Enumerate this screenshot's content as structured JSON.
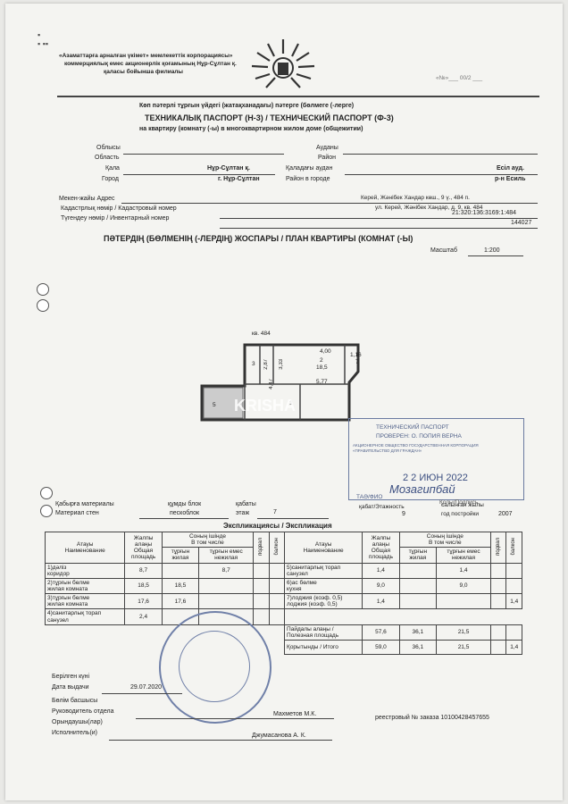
{
  "org": {
    "line1": "«Азаматтарға арналған үкімет» мемлекеттік корпорациясы»",
    "line2": "коммерциялық емес акционерлік қоғамының Нұр-Сұлтан қ.",
    "line3": "қаласы бойынша филиалы",
    "top_right": "«№»___ 00/2 ___"
  },
  "header": {
    "kz": "Көп пәтерлі тұрғын үйдегі (жатақханадағы) пәтерге (бөлмеге (-лерге)",
    "title": "ТЕХНИКАЛЫҚ ПАСПОРТ (Н-3) / ТЕХНИЧЕСКИЙ ПАСПОРТ (Ф-3)",
    "sub": "на квартиру (комнату (-ы) в многоквартирном жилом доме (общежитии)"
  },
  "address": {
    "oblys": "Облысы",
    "oblast": "Область",
    "audany": "Ауданы",
    "raion": "Район",
    "kala": "Қала",
    "gorod": "Город",
    "city_kz": "Нұр-Сұлтан қ.",
    "city_ru": "г. Нұр-Сұлтан",
    "kala_audan": "Қаладағы аудан",
    "raion_v_gorode": "Район в городе",
    "district_kz": "Есіл ауд.",
    "district_ru": "р-н Есиль",
    "mekenzhai": "Мекен-жайы Адрес",
    "addr_kz": "Керей, Жәнібек Хандар көш., 9 ү., 484 п.",
    "addr_ru": "ул. Керей, Жәнібек Хандар, д. 9, кв. 484",
    "cadastral_label": "Кадастрлық нөмір / Кадастровый номер",
    "cadastral": "21:320:136:3169:1:484",
    "inventory_label": "Түгендеу нөмір / Инвентарный номер",
    "inventory": "144027"
  },
  "plan": {
    "title": "ПӘТЕРДІҢ (БӨЛМЕНІҢ (-ЛЕРДІҢ) ЖОСПАРЫ / ПЛАН КВАРТИРЫ (КОМНАТ (-Ы)",
    "scale_label": "Масштаб",
    "scale": "1:200",
    "apt": "кв. 484",
    "d400": "4,00",
    "d577": "5,77",
    "d447": "4,47",
    "d333": "3,33",
    "d116": "1,16",
    "d287": "2,87",
    "r2": "2",
    "r2area": "18,5",
    "r3": "3",
    "r1": "1",
    "r5": "5",
    "r7": "7",
    "watermark": "KRISHA"
  },
  "stamp": {
    "l1": "ТЕХНИЧЕСКИЙ ПАСПОРТ",
    "l2": "ПРОВЕРЕН: О. ПОПИЯ ВЕРНА",
    "l3": "АКЦИОНЕРНОЕ ОБЩЕСТВО ГОСУДАРСТВЕННАЯ КОРПОРАЦИЯ",
    "l4": "«ПРАВИТЕЛЬСТВО ДЛЯ ГРАЖДАН»",
    "date": "2 2 ИЮН 2022",
    "fio_label": "ТАӘ/ФИО",
    "signature": "Мозагипбай",
    "podpis": "Қолы/Подпись"
  },
  "material": {
    "label_kz": "Қабырға материалы",
    "label_ru": "Материал стен",
    "value_kz": "құмды блок",
    "value_ru": "пескоблок",
    "floors_kz": "қабаты",
    "floors_ru": "этаж",
    "floors": "7",
    "storeys_kz": "қабат/Этажность",
    "storeys": "9",
    "year_kz": "салынған жылы",
    "year_ru": "год постройки",
    "year": "2007"
  },
  "explication": {
    "title": "Экспликациясы / Экспликация",
    "h_name": "Атауы\nНаименование",
    "h_total": "Жалпы\nалаңы\nОбщая\nплощадь",
    "h_incl": "Соның ішінде\nВ том числе",
    "h_living": "тұрғын\nжилая",
    "h_nonliving": "тұрғын емес\nнежилая",
    "h_podval": "подвал",
    "h_balkon": "балкон",
    "left": [
      {
        "name": "1)дәліз\nкоридор",
        "total": "8,7",
        "living": "",
        "nonliving": "8,7"
      },
      {
        "name": "2)тұрғын бөлме\nжилая комната",
        "total": "18,5",
        "living": "18,5",
        "nonliving": ""
      },
      {
        "name": "3)тұрғын бөлме\nжилая комната",
        "total": "17,6",
        "living": "17,6",
        "nonliving": ""
      },
      {
        "name": "4)санитарлық торап\nсанузел",
        "total": "2,4",
        "living": "",
        "nonliving": ""
      }
    ],
    "right": [
      {
        "name": "5)санитарлық торап\nсанузел",
        "total": "1,4",
        "living": "",
        "nonliving": "1,4",
        "balkon": ""
      },
      {
        "name": "6)ас бөлме\nкухня",
        "total": "9,0",
        "living": "",
        "nonliving": "9,0",
        "balkon": ""
      },
      {
        "name": "7)лоджия (коэф. 0,5)\nлоджия (коэф. 0,5)",
        "total": "1,4",
        "living": "",
        "nonliving": "",
        "balkon": "1,4"
      }
    ],
    "useful": {
      "name": "Пайдалы алаңы / Полезная площадь",
      "total": "57,6",
      "living": "36,1",
      "nonliving": "21,5",
      "balkon": ""
    },
    "sum": {
      "name": "Қорытынды / Итого",
      "total": "59,0",
      "living": "36,1",
      "nonliving": "21,5",
      "balkon": "1,4"
    }
  },
  "footer": {
    "issued_kz": "Берілген күні",
    "issued_ru": "Дата выдачи",
    "issued": "29.07.2020",
    "head_kz": "Бөлім басшысы",
    "head_ru": "Руководитель отдела",
    "head": "Махметов М.К.",
    "exec_kz": "Орындаушы(лар)",
    "exec_ru": "Исполнитель(и)",
    "exec": "Джумасанова А. К.",
    "registry": "реестровый № заказа 10100428457655"
  }
}
